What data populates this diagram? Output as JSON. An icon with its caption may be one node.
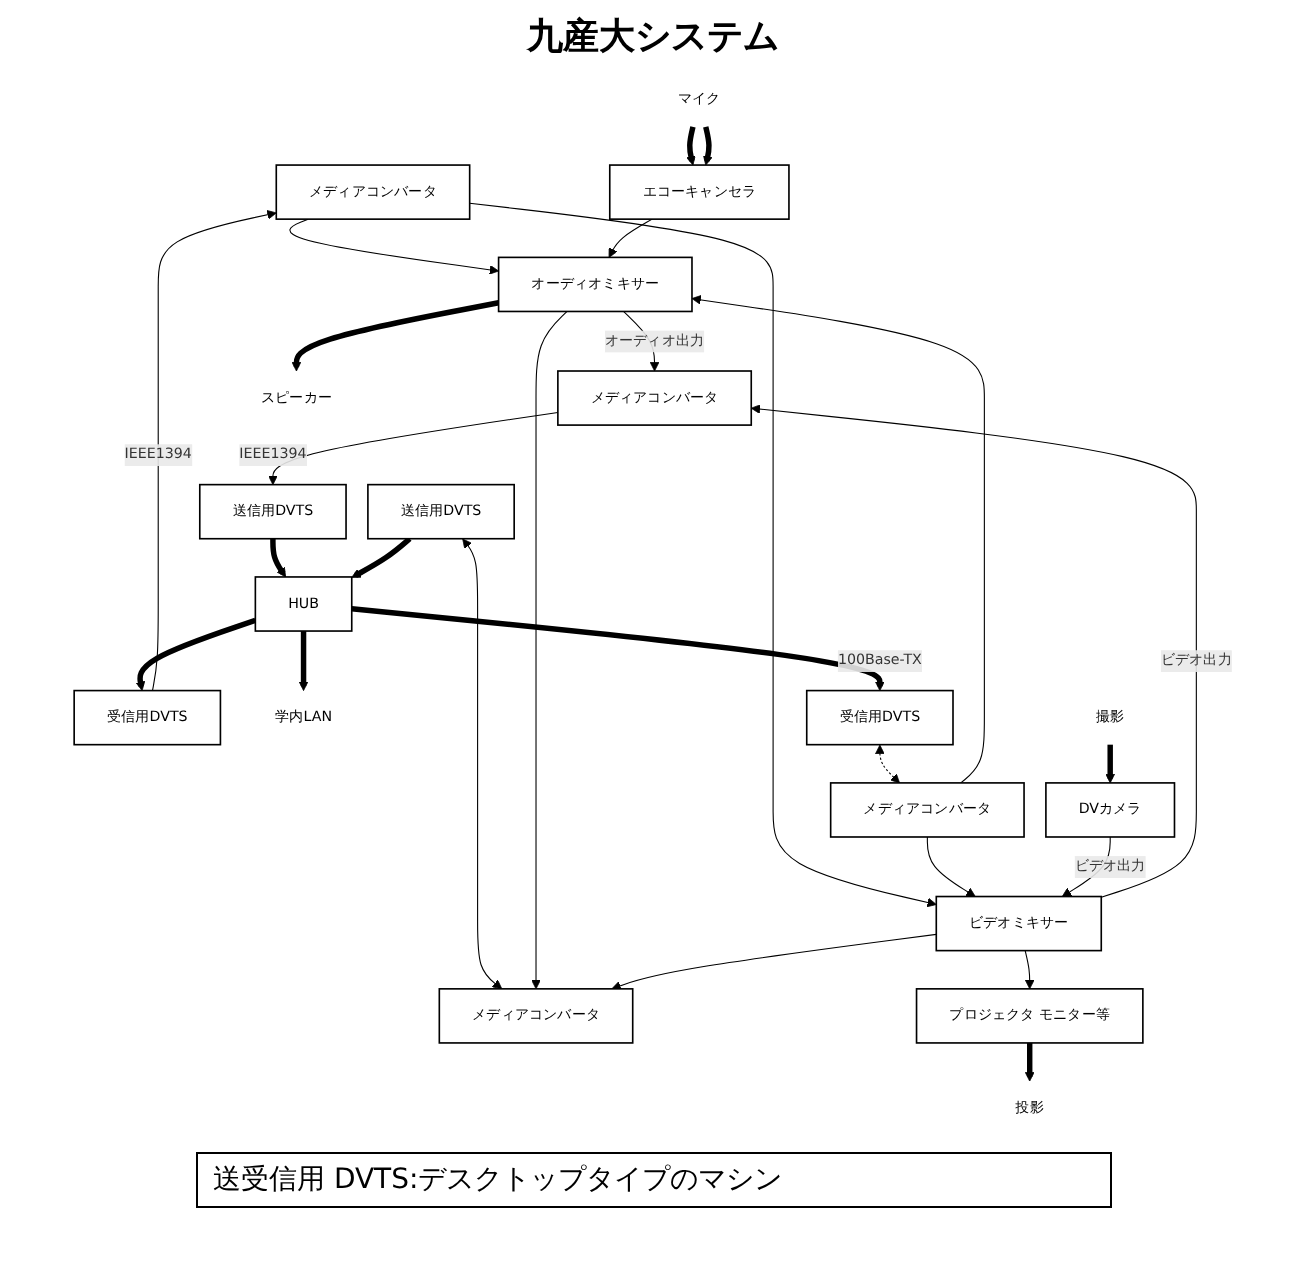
{
  "diagram": {
    "title": "九産大システム",
    "nodes": [
      {
        "text": [
          "メディアコンバータ"
        ]
      },
      {
        "text": [
          "受信用DVTS"
        ]
      },
      {
        "text": [
          "HUB"
        ]
      },
      {
        "text": [
          "学内LAN"
        ]
      },
      {
        "text": [
          "送信用DVTS"
        ]
      },
      {
        "text": [
          "メディアコンバータ"
        ]
      },
      {
        "text": [
          "メディアコンバータ"
        ]
      },
      {
        "text": [
          "受信用DVTS"
        ]
      },
      {
        "text": [
          "送信用DVTS"
        ]
      },
      {
        "text": [
          "メディアコンバータ"
        ]
      },
      {
        "text": [
          "オーディオミキサー"
        ]
      },
      {
        "text": [
          "ビデオミキサー"
        ]
      },
      {
        "text": [
          "スピーカー"
        ]
      },
      {
        "text": [
          "投影"
        ]
      },
      {
        "text": [
          "プロジェクタ モニター等"
        ]
      },
      {
        "text": [
          "DVカメラ"
        ]
      },
      {
        "text": [
          "エコーキャンセラ"
        ]
      },
      {
        "text": [
          "マイク"
        ]
      },
      {
        "text": [
          "撮影"
        ]
      }
    ],
    "edges": [
      {
        "from": 1,
        "to": 0,
        "arrow": "to",
        "label": "IEEE1394"
      },
      {
        "from": 2,
        "to": 1,
        "arrow": "to",
        "style": "thick"
      },
      {
        "from": 2,
        "to": 7,
        "arrow": "to",
        "style": "thick",
        "label": "100Base-TX"
      },
      {
        "from": 2,
        "to": 3,
        "arrow": "to",
        "style": "thick"
      },
      {
        "from": 4,
        "to": 2,
        "arrow": "to",
        "style": "thick"
      },
      {
        "from": 8,
        "to": 2,
        "arrow": "to",
        "style": "thick"
      },
      {
        "from": 5,
        "to": 4,
        "arrow": "to",
        "label": "IEEE1394"
      },
      {
        "from": 7,
        "to": 6,
        "arrow": "both",
        "style": "dashed"
      },
      {
        "from": 8,
        "to": 9,
        "arrow": "both"
      },
      {
        "from": 0,
        "to": 10,
        "arrow": "to"
      },
      {
        "from": 0,
        "to": 11,
        "arrow": "to"
      },
      {
        "from": 6,
        "to": 10,
        "arrow": "to"
      },
      {
        "from": 6,
        "to": 11,
        "arrow": "to"
      },
      {
        "from": 10,
        "to": 5,
        "arrow": "to",
        "label": "オーディオ出力"
      },
      {
        "from": 10,
        "to": 9,
        "arrow": "to"
      },
      {
        "from": 11,
        "to": 5,
        "arrow": "to",
        "label": "ビデオ出力"
      },
      {
        "from": 11,
        "to": 9,
        "arrow": "to"
      },
      {
        "from": 16,
        "to": 10,
        "arrow": "to"
      },
      {
        "from": 10,
        "to": 12,
        "arrow": "to",
        "style": "thick"
      },
      {
        "from": 11,
        "to": 14,
        "arrow": "to"
      },
      {
        "from": 15,
        "to": 11,
        "arrow": "to",
        "label": "ビデオ出力"
      },
      {
        "from": 14,
        "to": 13,
        "arrow": "to",
        "style": "thick"
      },
      {
        "from": 17,
        "to": 16,
        "arrow": "to",
        "style": "thick"
      },
      {
        "from": 17,
        "to": 16,
        "arrow": "to",
        "style": "thick"
      },
      {
        "from": 18,
        "to": 15,
        "arrow": "to",
        "style": "thick"
      }
    ],
    "labels": [
      "送受信用 DVTS:デスクトップタイプのマシン"
    ]
  }
}
